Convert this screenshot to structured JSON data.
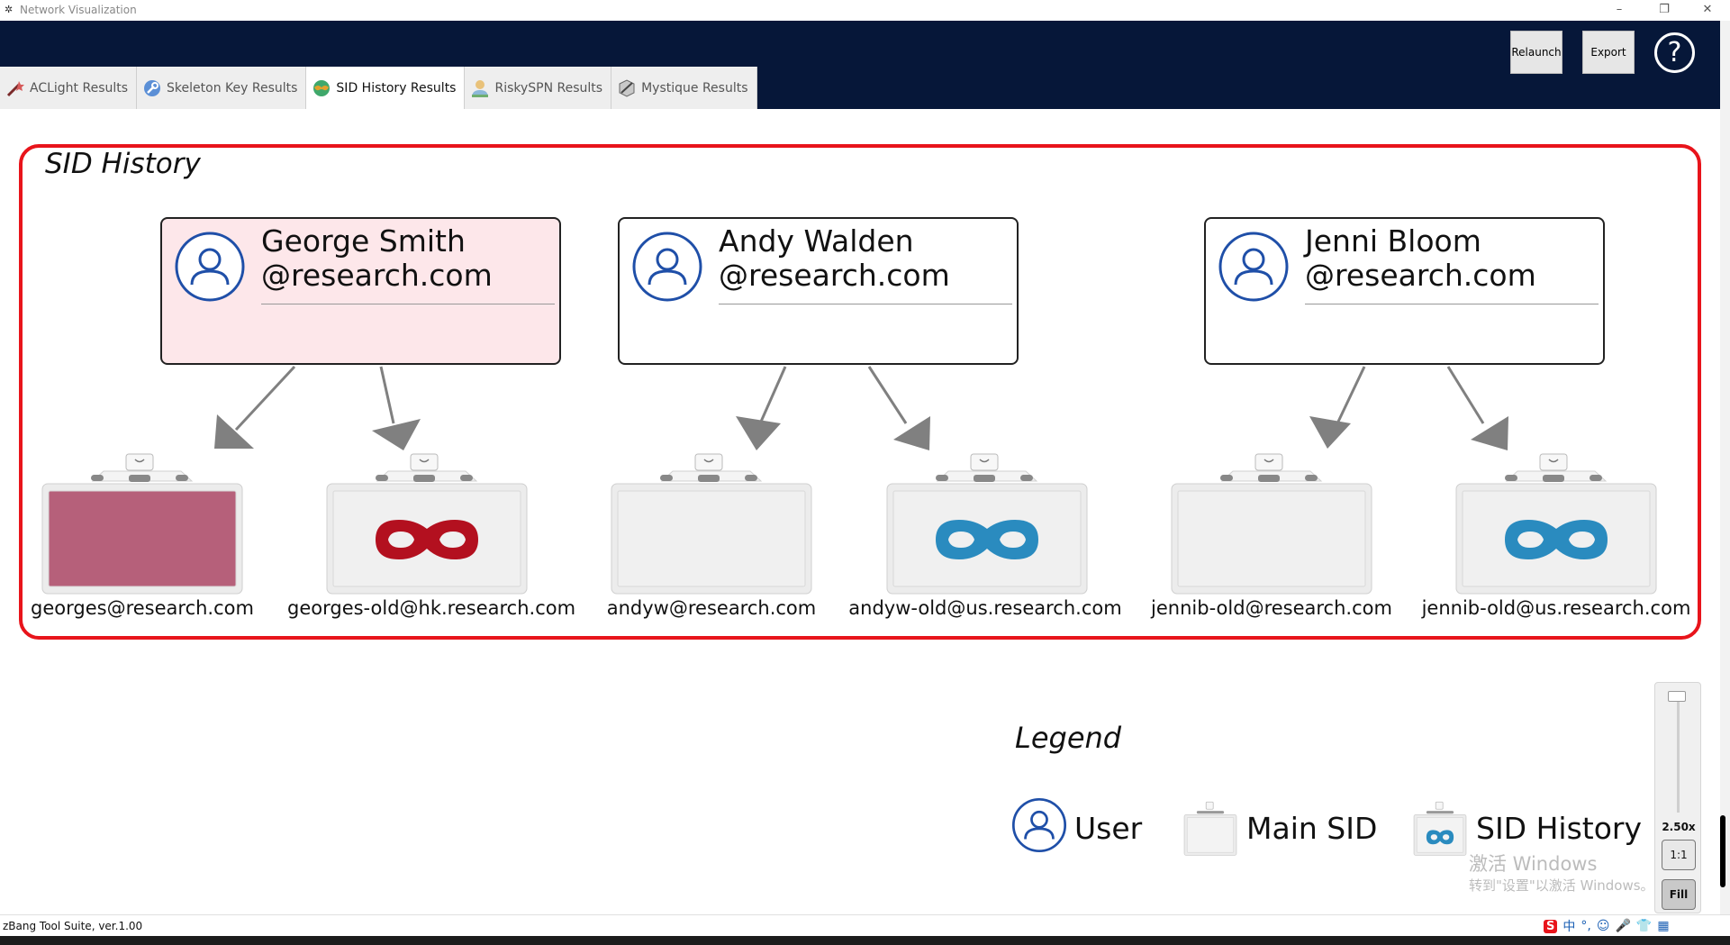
{
  "window": {
    "title": "Network Visualization",
    "minimize_glyph": "–",
    "restore_glyph": "❐",
    "close_glyph": "✕"
  },
  "header": {
    "relaunch_label": "Relaunch",
    "export_label": "Export",
    "help_glyph": "?"
  },
  "tabs": [
    {
      "label": "ACLight Results",
      "icon": "wand-icon",
      "active": false
    },
    {
      "label": "Skeleton Key Results",
      "icon": "key-icon",
      "active": false
    },
    {
      "label": "SID History Results",
      "icon": "mask-globe-icon",
      "active": true
    },
    {
      "label": "RiskySPN Results",
      "icon": "person-icon",
      "active": false
    },
    {
      "label": "Mystique Results",
      "icon": "cube-icon",
      "active": false
    }
  ],
  "panel": {
    "title": "SID History",
    "border_color": "#e8141b"
  },
  "users": [
    {
      "name": "George Smith",
      "domain": "@research.com",
      "highlighted": true
    },
    {
      "name": "Andy Walden",
      "domain": "@research.com",
      "highlighted": false
    },
    {
      "name": "Jenni Bloom",
      "domain": "@research.com",
      "highlighted": false
    }
  ],
  "sids": [
    {
      "label": "georges@research.com",
      "type": "main-sid",
      "highlighted": true
    },
    {
      "label": "georges-old@hk.research.com",
      "type": "sid-history",
      "mask_color": "#b3101f"
    },
    {
      "label": "andyw@research.com",
      "type": "main-sid",
      "highlighted": false
    },
    {
      "label": "andyw-old@us.research.com",
      "type": "sid-history",
      "mask_color": "#2a8bbf"
    },
    {
      "label": "jennib-old@research.com",
      "type": "main-sid",
      "highlighted": false
    },
    {
      "label": "jennib-old@us.research.com",
      "type": "sid-history",
      "mask_color": "#2a8bbf"
    }
  ],
  "legend": {
    "title": "Legend",
    "user_label": "User",
    "main_sid_label": "Main SID",
    "sid_history_label": "SID History"
  },
  "watermark": {
    "line1": "激活 Windows",
    "line2": "转到\"设置\"以激活 Windows。"
  },
  "zoom": {
    "value": "2.50x",
    "one_to_one_label": "1:1",
    "fill_label": "Fill"
  },
  "status": {
    "text": "zBang Tool Suite, ver.1.00"
  },
  "tray": {
    "ime": "S",
    "lang": "中",
    "punct": "°,",
    "emoji": "☺",
    "mic": "🎤",
    "shirt": "👕",
    "grid": "▦"
  },
  "colors": {
    "header_bg": "#061739",
    "user_icon": "#1f4fa8",
    "arrow": "#808080",
    "main_sid_highlight": "#b6607a"
  }
}
